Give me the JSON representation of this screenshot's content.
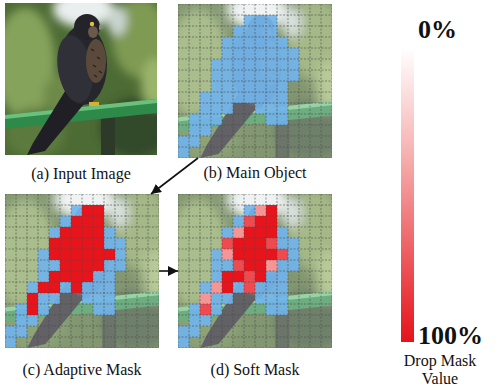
{
  "diagram": {
    "nodes": [
      {
        "text": [
          "(a) Input Image"
        ]
      },
      {
        "text": [
          "(b) Main Object"
        ]
      },
      {
        "text": [
          "(c) Adaptive Mask"
        ]
      },
      {
        "text": [
          "(d) Soft Mask"
        ]
      }
    ],
    "edges": [
      {
        "from": 1,
        "to": 2,
        "arrow": "to"
      },
      {
        "from": 2,
        "to": 3,
        "arrow": "to"
      }
    ],
    "labels": [
      "0%",
      "100%",
      "Drop Mask Value"
    ]
  }
}
